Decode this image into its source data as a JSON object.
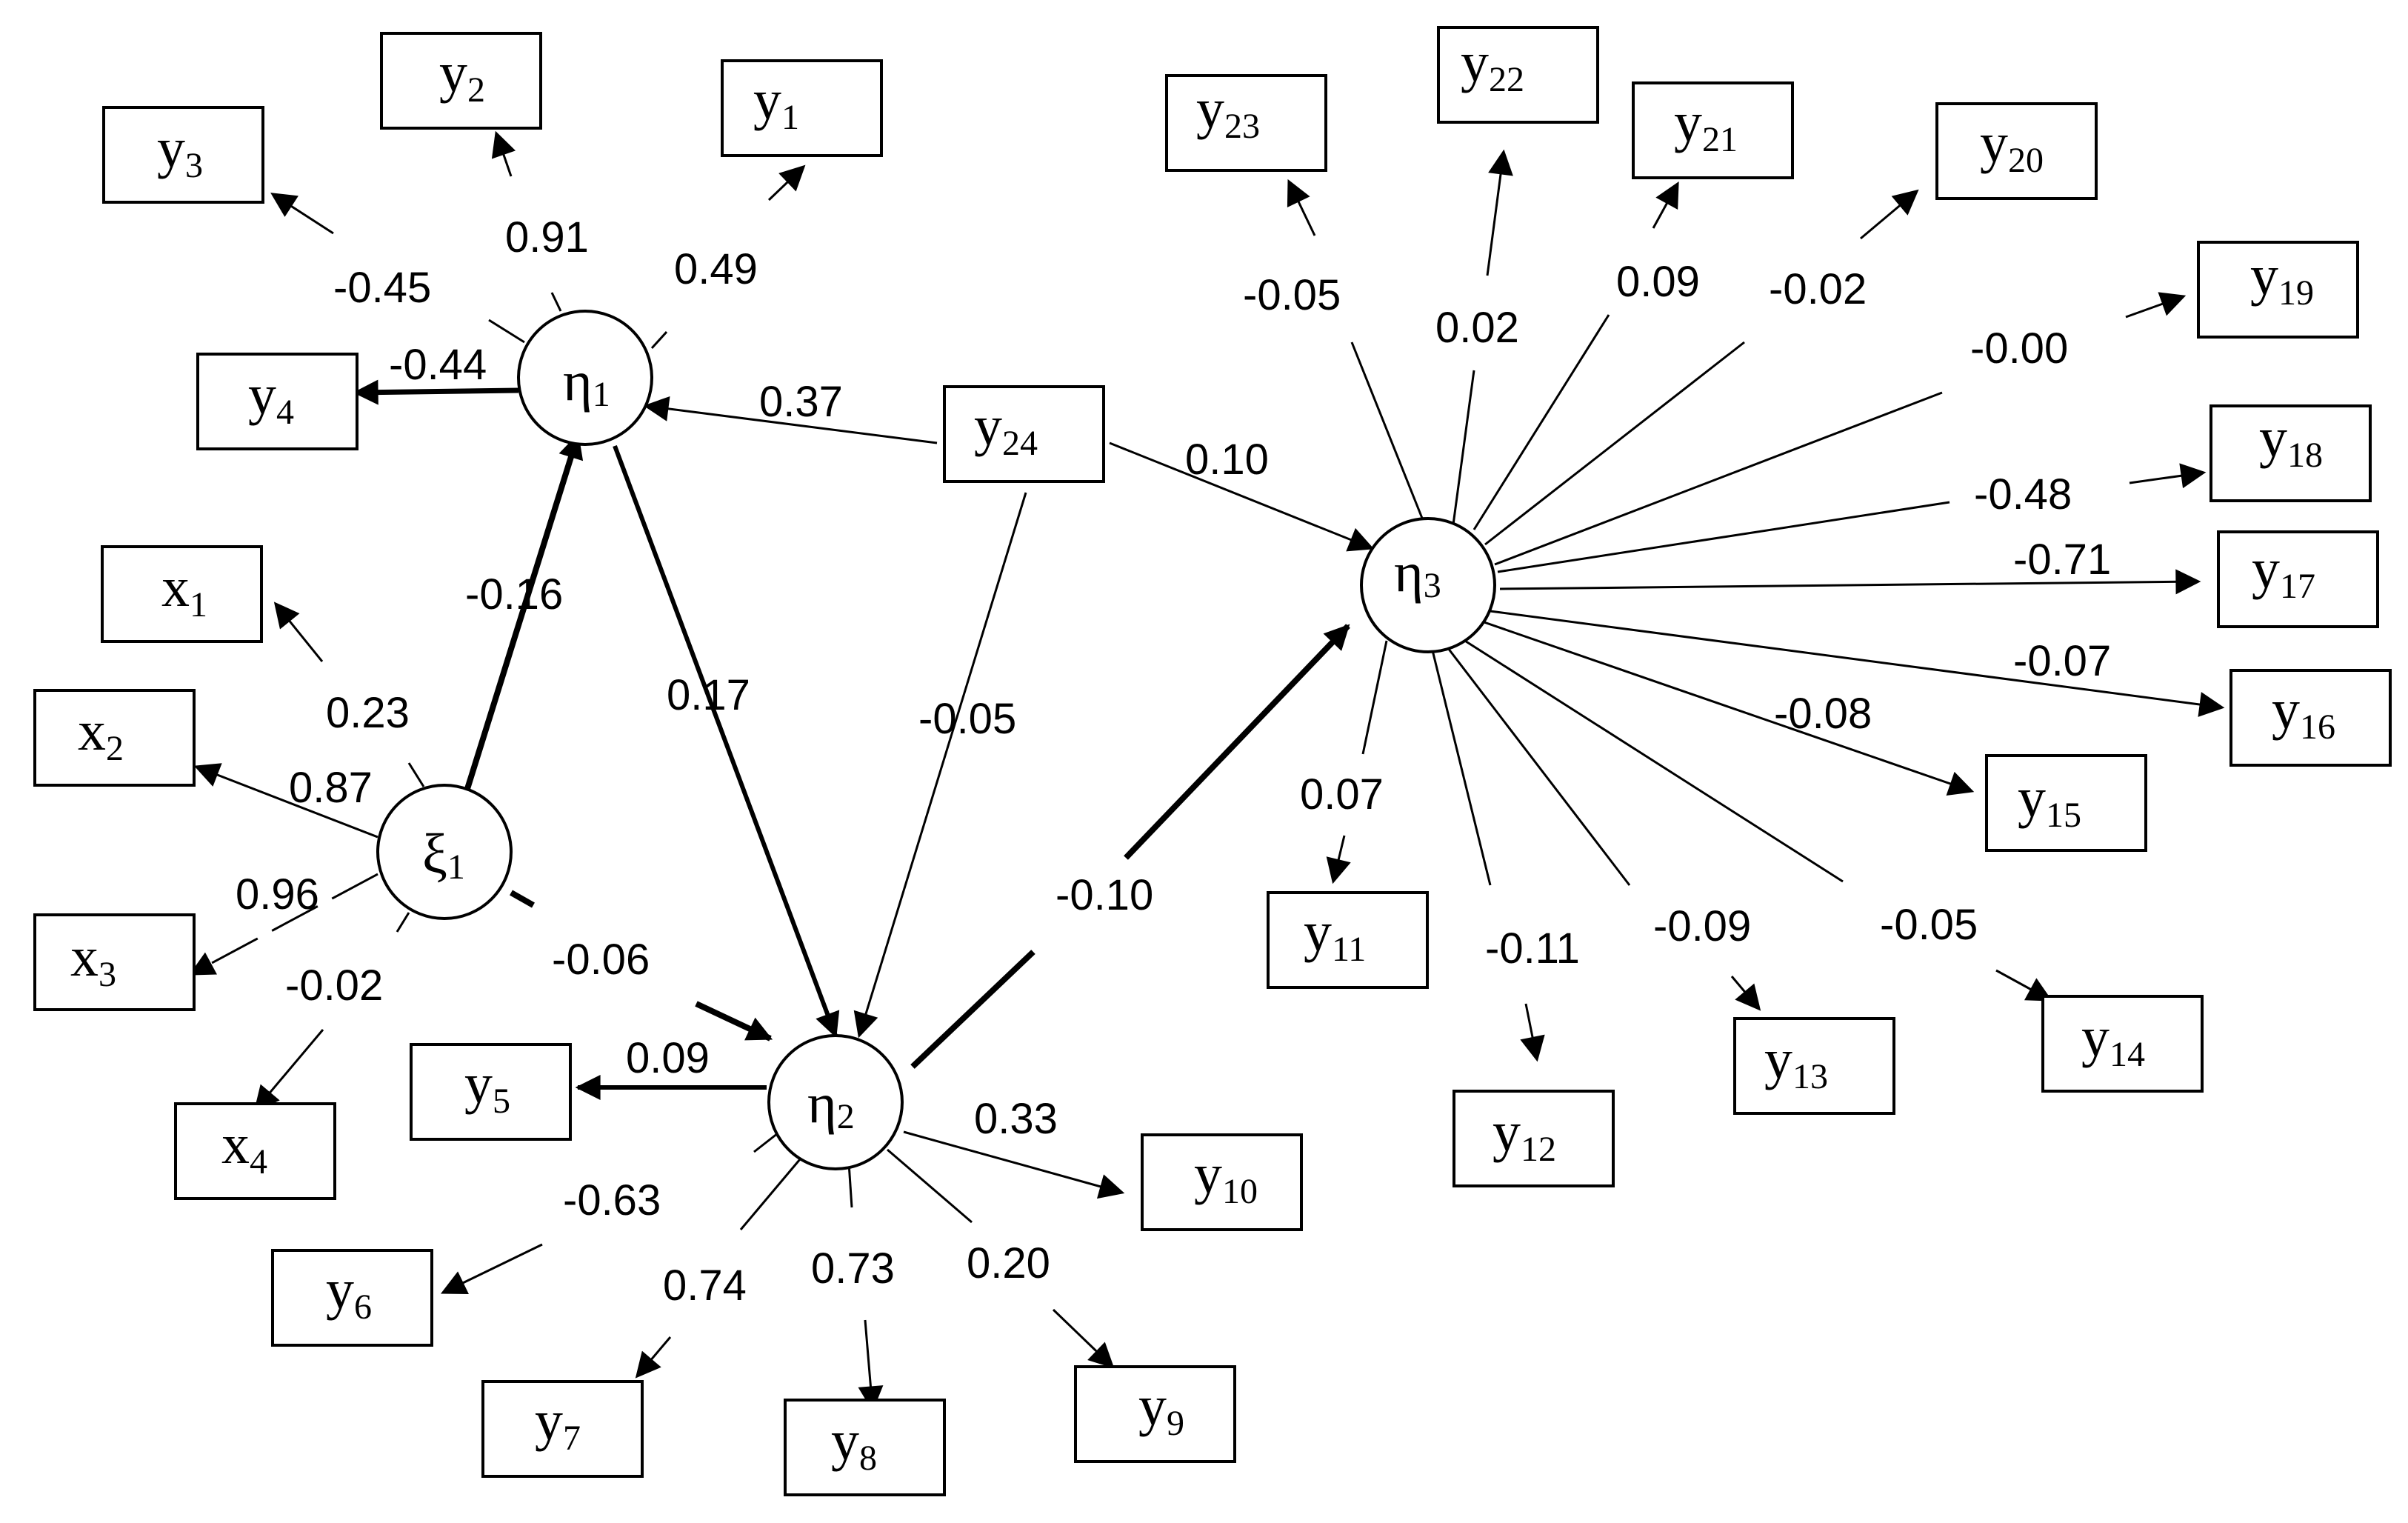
{
  "colors": {
    "ink": "#000000",
    "paper": "#ffffff"
  },
  "latent": {
    "eta1": {
      "symbol": "η",
      "sub": "1"
    },
    "eta2": {
      "symbol": "η",
      "sub": "2"
    },
    "eta3": {
      "symbol": "η",
      "sub": "3"
    },
    "xi1": {
      "symbol": "ξ",
      "sub": "1"
    }
  },
  "observed": {
    "y1": {
      "base": "y",
      "sub": "1"
    },
    "y2": {
      "base": "y",
      "sub": "2"
    },
    "y3": {
      "base": "y",
      "sub": "3"
    },
    "y4": {
      "base": "y",
      "sub": "4"
    },
    "y5": {
      "base": "y",
      "sub": "5"
    },
    "y6": {
      "base": "y",
      "sub": "6"
    },
    "y7": {
      "base": "y",
      "sub": "7"
    },
    "y8": {
      "base": "y",
      "sub": "8"
    },
    "y9": {
      "base": "y",
      "sub": "9"
    },
    "y10": {
      "base": "y",
      "sub": "10"
    },
    "y11": {
      "base": "y",
      "sub": "11"
    },
    "y12": {
      "base": "y",
      "sub": "12"
    },
    "y13": {
      "base": "y",
      "sub": "13"
    },
    "y14": {
      "base": "y",
      "sub": "14"
    },
    "y15": {
      "base": "y",
      "sub": "15"
    },
    "y16": {
      "base": "y",
      "sub": "16"
    },
    "y17": {
      "base": "y",
      "sub": "17"
    },
    "y18": {
      "base": "y",
      "sub": "18"
    },
    "y19": {
      "base": "y",
      "sub": "19"
    },
    "y20": {
      "base": "y",
      "sub": "20"
    },
    "y21": {
      "base": "y",
      "sub": "21"
    },
    "y22": {
      "base": "y",
      "sub": "22"
    },
    "y23": {
      "base": "y",
      "sub": "23"
    },
    "y24": {
      "base": "y",
      "sub": "24"
    },
    "x1": {
      "base": "x",
      "sub": "1"
    },
    "x2": {
      "base": "x",
      "sub": "2"
    },
    "x3": {
      "base": "x",
      "sub": "3"
    },
    "x4": {
      "base": "x",
      "sub": "4"
    }
  },
  "paths": {
    "y24_eta1": "0.37",
    "y24_eta3": "0.10",
    "y24_eta2": "-0.05",
    "xi1_eta1": "-0.16",
    "xi1_eta2": "-0.06",
    "eta1_eta2": "0.17",
    "eta2_eta3": "-0.10"
  },
  "loadings": {
    "eta1_y1": "0.49",
    "eta1_y2": "0.91",
    "eta1_y3": "-0.45",
    "eta1_y4": "-0.44",
    "xi1_x1": "0.23",
    "xi1_x2": "0.87",
    "xi1_x3": "0.96",
    "xi1_x4": "-0.02",
    "eta2_y5": "0.09",
    "eta2_y6": "-0.63",
    "eta2_y7": "0.74",
    "eta2_y8": "0.73",
    "eta2_y9": "0.20",
    "eta2_y10": "0.33",
    "eta3_y11": "0.07",
    "eta3_y12": "-0.11",
    "eta3_y13": "-0.09",
    "eta3_y14": "-0.05",
    "eta3_y15": "-0.08",
    "eta3_y16": "-0.07",
    "eta3_y17": "-0.71",
    "eta3_y18": "-0.48",
    "eta3_y19": "-0.00",
    "eta3_y20": "-0.02",
    "eta3_y21": "0.09",
    "eta3_y22": "0.02",
    "eta3_y23": "-0.05"
  }
}
